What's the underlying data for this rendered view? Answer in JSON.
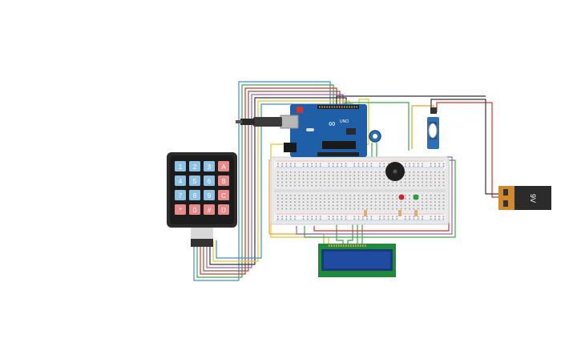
{
  "keypad": {
    "keys": [
      [
        "1",
        "2",
        "3",
        "A"
      ],
      [
        "4",
        "5",
        "6",
        "B"
      ],
      [
        "7",
        "8",
        "9",
        "C"
      ],
      [
        "*",
        "0",
        "#",
        "D"
      ]
    ]
  },
  "arduino": {
    "brand_text": "UNO",
    "logo_text": "∞"
  },
  "battery": {
    "label": "9V"
  },
  "colors": {
    "board": "#1f5fa8",
    "breadboard": "#e9e9e9",
    "keypad_body": "#2b2b2b",
    "key_number": "#8fc1e3",
    "key_letter": "#e98a8a",
    "lcd_board": "#1f8a3c",
    "lcd_screen": "#1f3c8a",
    "battery_black": "#2b2b2b",
    "battery_copper": "#d08a2c",
    "wire_red": "#d9312b",
    "wire_blue": "#3a8fd6",
    "wire_green": "#3aa84a",
    "wire_orange": "#e8a02c",
    "wire_yellow": "#e8c52c",
    "wire_purple": "#a05ab8",
    "wire_black": "#333333",
    "wire_brown": "#8a5a3a"
  },
  "icons": [
    "arduino-logo-icon",
    "usb-connector-icon",
    "power-jack-icon",
    "potentiometer-icon",
    "buzzer-icon",
    "servo-icon",
    "led-red-icon",
    "led-green-icon"
  ]
}
